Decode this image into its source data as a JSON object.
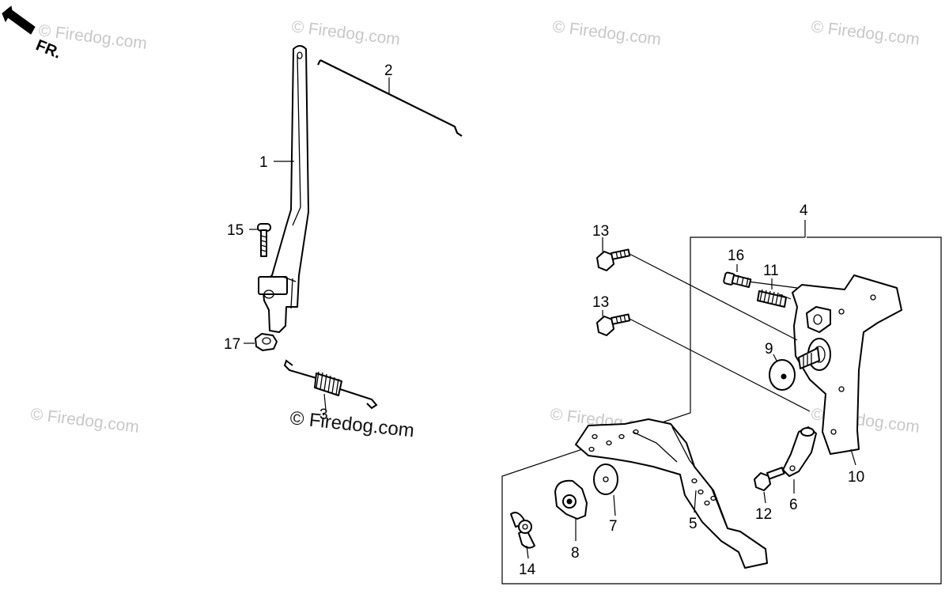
{
  "orientation": {
    "label": "FR.",
    "icon": "front-direction-arrow-icon"
  },
  "watermarks": [
    "© Firedog.com",
    "© Firedog.com",
    "© Firedog.com",
    "© Firedog.com",
    "© Firedog.com",
    "© Firedog.com",
    "© Firedog.com"
  ],
  "watermark_main": "© Firedog.com",
  "callouts": {
    "c1": "1",
    "c2": "2",
    "c3": "3",
    "c4": "4",
    "c5": "5",
    "c6": "6",
    "c7": "7",
    "c8": "8",
    "c9": "9",
    "c10": "10",
    "c11": "11",
    "c12": "12",
    "c13a": "13",
    "c13b": "13",
    "c14": "14",
    "c15": "15",
    "c16": "16",
    "c17": "17"
  },
  "colors": {
    "line": "#000000",
    "background": "#ffffff",
    "watermark": "#c8c8c8"
  }
}
